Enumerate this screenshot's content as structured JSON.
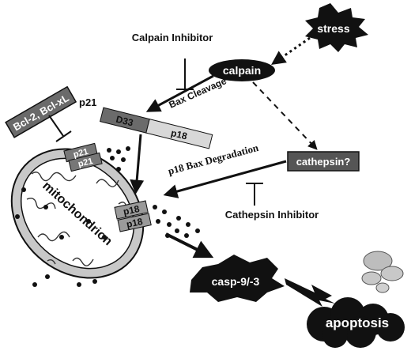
{
  "nodes": {
    "stress": "stress",
    "calpain": "calpain",
    "calpain_inhibitor": "Calpain Inhibitor",
    "bax_cleavage": "Bax Cleavage",
    "p21_label": "p21",
    "d33": "D33",
    "p18": "p18",
    "bcl": "Bcl-2, Bcl-xL",
    "cathepsin": "cathepsin?",
    "p18_degradation": "p18 Bax Degradation",
    "cathepsin_inhibitor": "Cathepsin Inhibitor",
    "mito_p21_a": "p21",
    "mito_p21_b": "p21",
    "mito_p18_a": "p18",
    "mito_p18_b": "p18",
    "mitochondrion": "mitochondrion",
    "casp": "casp-9/-3",
    "apoptosis": "apoptosis"
  }
}
